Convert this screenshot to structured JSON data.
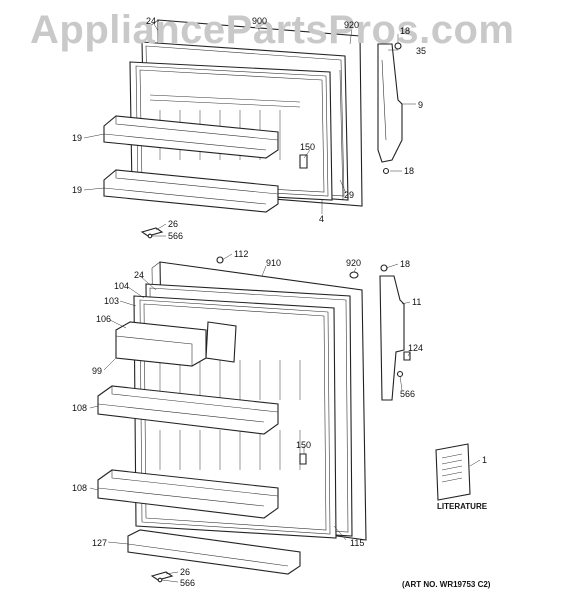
{
  "watermark": "AppliancePartsPros.com",
  "literature_label": "LITERATURE",
  "art_number": "(ART NO. WR19753 C2)",
  "callouts": {
    "c24_top": "24",
    "c900": "900",
    "c920_top": "920",
    "c18_top": "18",
    "c35": "35",
    "c9": "9",
    "c18_mid": "18",
    "c19_a": "19",
    "c19_b": "19",
    "c150_top": "150",
    "c29": "29",
    "c4": "4",
    "c26_top": "26",
    "c566_top": "566",
    "c112": "112",
    "c910": "910",
    "c920_bot": "920",
    "c18_bot": "18",
    "c24_bot": "24",
    "c104": "104",
    "c103": "103",
    "c11": "11",
    "c106": "106",
    "c124": "124",
    "c99": "99",
    "c566_mid": "566",
    "c108_a": "108",
    "c150_bot": "150",
    "c1": "1",
    "c108_b": "108",
    "c115": "115",
    "c127": "127",
    "c26_bot": "26",
    "c566_bot": "566"
  }
}
